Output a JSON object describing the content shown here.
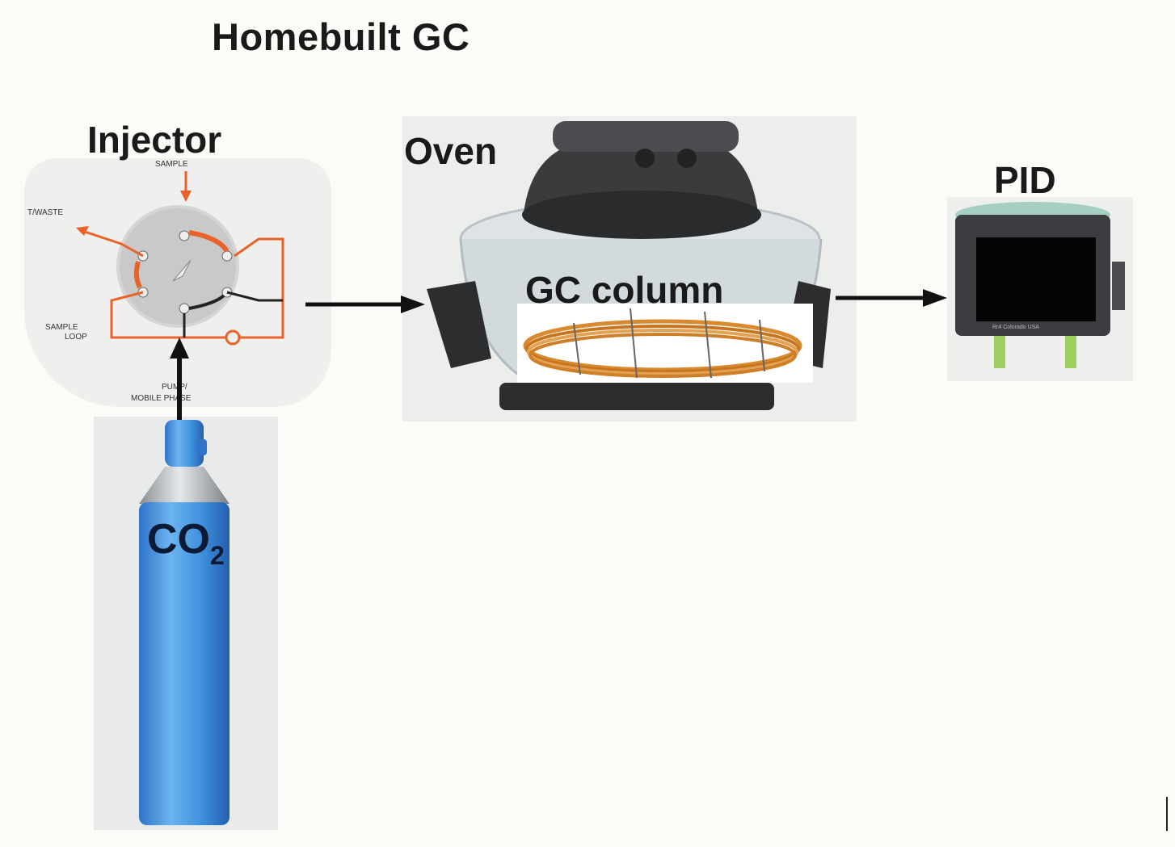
{
  "title": "Homebuilt GC",
  "components": {
    "injector": "Injector",
    "oven": "Oven",
    "gc_column": "GC column",
    "pid": "PID",
    "gas_main": "CO",
    "gas_sub": "2"
  },
  "valve_labels": {
    "sample": "SAMPLE",
    "waste": "T/WASTE",
    "sample_loop_1": "SAMPLE",
    "sample_loop_2": "LOOP",
    "pump_1": "PUMP/",
    "pump_2": "MOBILE PHASE"
  },
  "pid_caption": "Rr4 Colorado USA",
  "colors": {
    "arrow": "#111111",
    "valve_line": "#e8622a",
    "tank": "#3f8fd8",
    "column": "#d98a2f"
  }
}
